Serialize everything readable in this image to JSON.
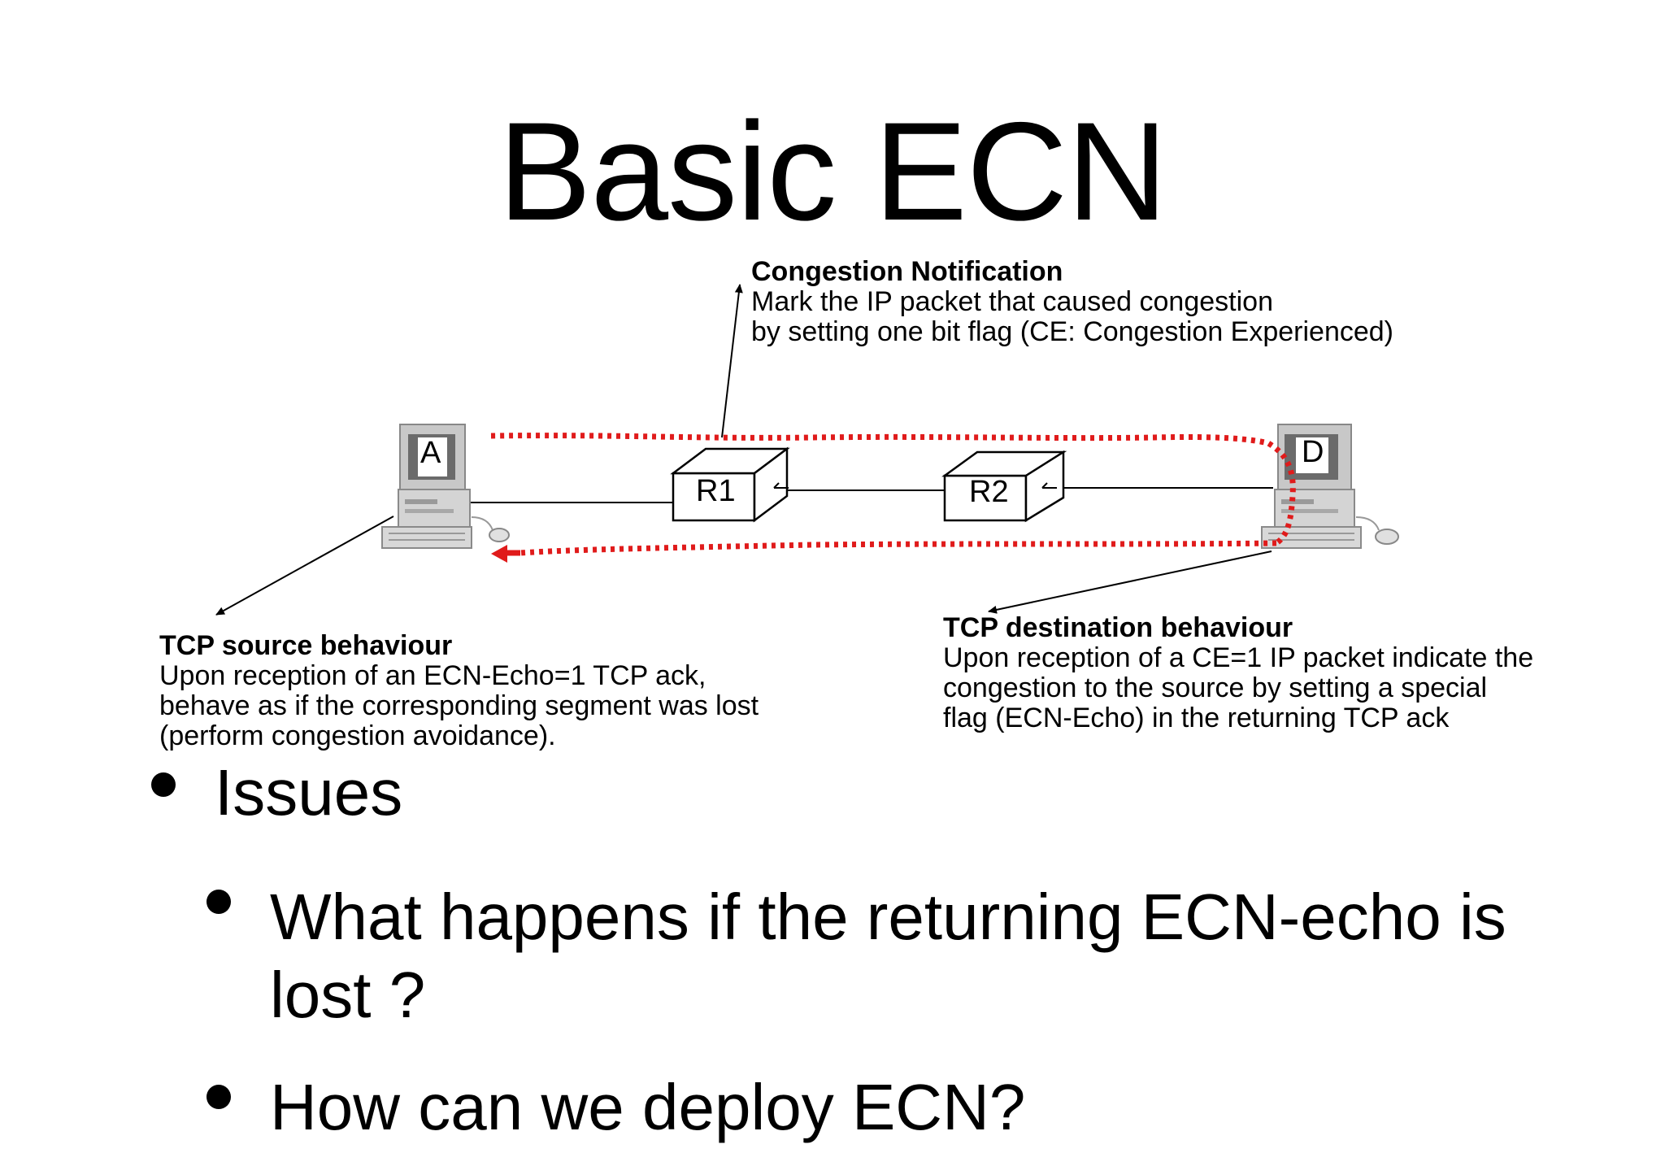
{
  "slide": {
    "title": "Basic ECN"
  },
  "diagram": {
    "hosts": {
      "source": "A",
      "destination": "D"
    },
    "routers": [
      "R1",
      "R2"
    ],
    "congestion_notification": {
      "heading": "Congestion Notification",
      "lines": [
        "Mark the IP packet that caused congestion",
        "by setting one bit flag (CE: Congestion Experienced)"
      ]
    },
    "tcp_source": {
      "heading": "TCP source behaviour",
      "lines": [
        "Upon reception of an ECN-Echo=1 TCP ack,",
        "behave as if the corresponding segment was lost",
        "(perform congestion avoidance)."
      ]
    },
    "tcp_destination": {
      "heading": "TCP destination behaviour",
      "lines": [
        "Upon reception of a CE=1 IP packet indicate the",
        "congestion to the source by setting a special",
        "flag (ECN-Echo) in the returning TCP ack"
      ]
    },
    "colors": {
      "path": "#e01b1b",
      "line": "#000000"
    }
  },
  "bullets": {
    "level1": "Issues",
    "level2": [
      "What happens if the returning ECN-echo is lost ?",
      "How can we deploy ECN?"
    ]
  }
}
